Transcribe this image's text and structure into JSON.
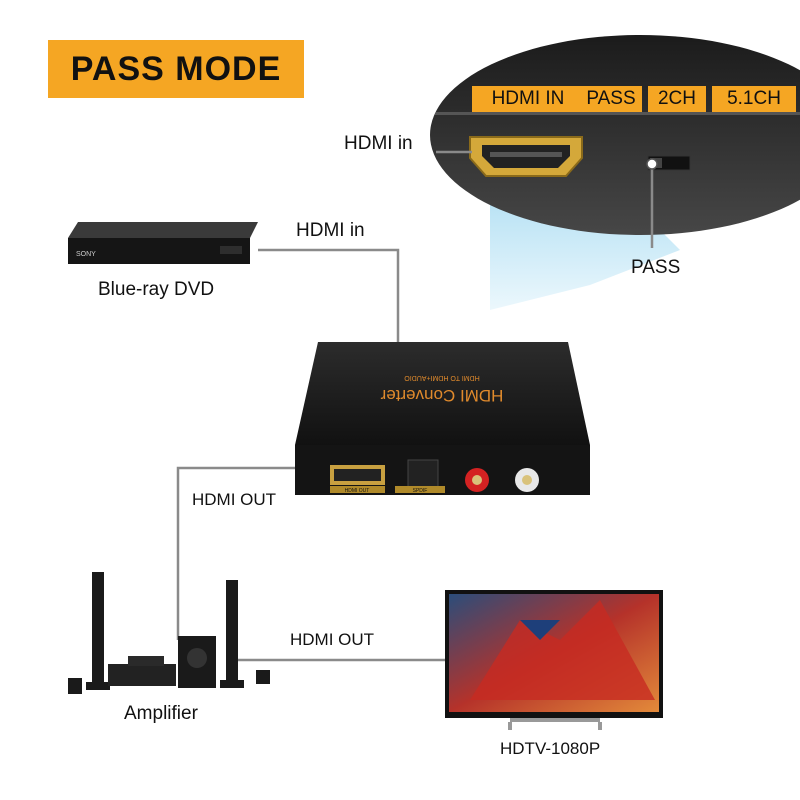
{
  "title": "PASS MODE",
  "zoom_panel": {
    "tabs": [
      "HDMI IN",
      "PASS",
      "2CH",
      "5.1CH"
    ],
    "hdmi_in_label": "HDMI in",
    "pass_label": "PASS"
  },
  "devices": {
    "bluray": {
      "label": "Blue-ray DVD",
      "brand": "SONY"
    },
    "converter": {
      "title": "HDMI Converter",
      "subtitle": "HDMI TO HDMI+AUDIO",
      "port_hdmi": "HDMI OUT",
      "port_spdif": "SPDIF"
    },
    "amplifier": {
      "label": "Amplifier"
    },
    "tv": {
      "label": "HDTV-1080P"
    }
  },
  "connections": {
    "bluray_to_converter": "HDMI in",
    "converter_to_amp": "HDMI OUT",
    "amp_to_tv": "HDMI OUT"
  },
  "colors": {
    "accent": "#f5a623",
    "device_body": "#1e1e1e",
    "line": "#8a8a8a"
  }
}
